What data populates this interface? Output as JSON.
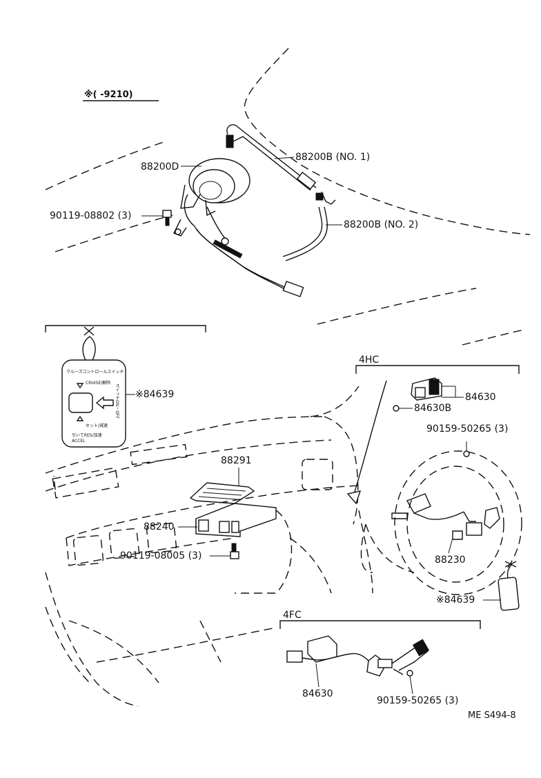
{
  "diagram": {
    "applicability_note": "※(        -9210)",
    "parts": {
      "actuator": "88200D",
      "cable_no1": "88200B (NO. 1)",
      "cable_no2": "88200B (NO. 2)",
      "bolt_top": "90119-08802 (3)",
      "label_left": "※84639",
      "computer_bracket": "88291",
      "computer": "88240",
      "bolt_bottom": "90119-08005 (3)",
      "switch_4hc": "84630",
      "switch_4hc_part": "84630B",
      "screw_4hc": "90159-50265 (3)",
      "wire_4hc": "88230",
      "label_right": "※84639",
      "switch_4fc": "84630",
      "screw_4fc": "90159-50265 (3)"
    },
    "groups": {
      "hc": "4HC",
      "fc": "4FC"
    },
    "label_card": {
      "line1": "クルーズコントロールスイッチ",
      "line2": "CRUISE/解除",
      "side": "スイッチON・OFF",
      "line3": "セット/減速",
      "line4": "引いてRES/加速",
      "line5": "ACCEL"
    },
    "footer_code": "ME  S494-8"
  }
}
